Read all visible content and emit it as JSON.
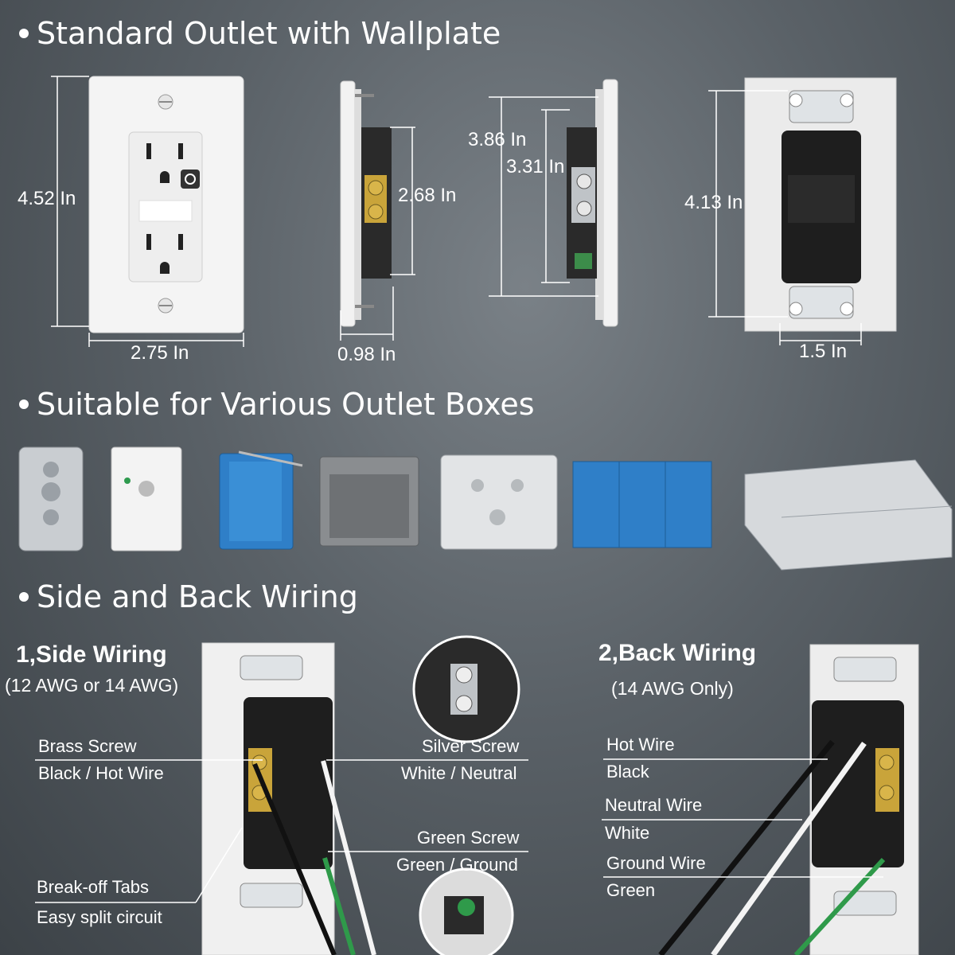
{
  "sections": {
    "standard_outlet": "Standard Outlet with Wallplate",
    "outlet_boxes": "Suitable for Various Outlet Boxes",
    "wiring": "Side and Back Wiring"
  },
  "dimensions": {
    "plate_height": "4.52 In",
    "plate_width": "2.75 In",
    "body_height": "2.68 In",
    "depth": "0.98 In",
    "overall_strap": "3.86 In",
    "inner_strap": "3.31 In",
    "back_height": "4.13 In",
    "back_width": "1.5 In"
  },
  "side_wiring": {
    "title": "1,Side Wiring",
    "subtitle": "(12 AWG or 14 AWG)",
    "brass_screw": "Brass Screw",
    "black_hot": "Black / Hot Wire",
    "silver_screw": "Silver Screw",
    "white_neutral": "White / Neutral",
    "green_screw": "Green Screw",
    "green_ground": "Green / Ground",
    "breakoff": "Break-off Tabs",
    "easy_split": "Easy split circuit"
  },
  "back_wiring": {
    "title": "2,Back Wiring",
    "subtitle": "(14 AWG Only)",
    "hot_wire": "Hot Wire",
    "black": "Black",
    "neutral_wire": "Neutral Wire",
    "white": "White",
    "ground_wire": "Ground Wire",
    "green": "Green"
  },
  "colors": {
    "box_blue": "#2f7fc8",
    "box_gray": "#8a8d90",
    "metal": "#c9cdd1",
    "white_plate": "#f3f3f3"
  }
}
